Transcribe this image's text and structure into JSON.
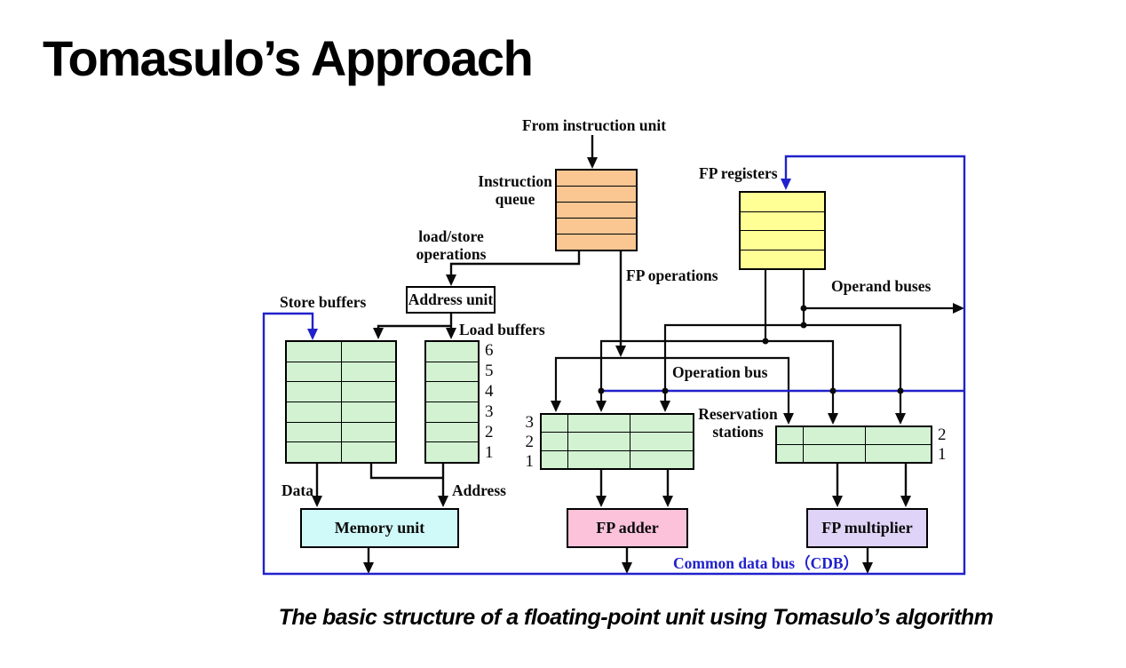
{
  "title": "Tomasulo’s Approach",
  "caption": "The basic structure of a floating-point unit using Tomasulo’s algorithm",
  "colors": {
    "instruction_queue_fill": "#FAC692",
    "fp_registers_fill": "#FFFF96",
    "buffer_fill": "#D2F2D2",
    "memory_fill": "#D0FAFA",
    "adder_fill": "#FBC2DA",
    "multiplier_fill": "#DFD3F7",
    "cdb_blue": "#2121CC",
    "line_black": "#0A0A0A"
  },
  "diagram": {
    "from_instruction_unit": "From instruction unit",
    "instruction_queue": {
      "line1": "Instruction",
      "line2": "queue"
    },
    "load_store_operations": {
      "line1": "load/store",
      "line2": "operations"
    },
    "address_unit": "Address unit",
    "store_buffers": "Store buffers",
    "load_buffers": "Load buffers",
    "fp_operations": "FP operations",
    "fp_registers": "FP registers",
    "operand_buses": "Operand buses",
    "operation_bus": "Operation bus",
    "reservation_stations": {
      "line1": "Reservation",
      "line2": "stations"
    },
    "data": "Data",
    "address": "Address",
    "memory_unit": "Memory unit",
    "fp_adder": "FP adder",
    "fp_multiplier": "FP multiplier",
    "common_data_bus": "Common data bus（CDB）",
    "load_buffer_slots": [
      "6",
      "5",
      "4",
      "3",
      "2",
      "1"
    ],
    "adder_rs_slots": [
      "3",
      "2",
      "1"
    ],
    "multiplier_rs_slots": [
      "2",
      "1"
    ]
  }
}
